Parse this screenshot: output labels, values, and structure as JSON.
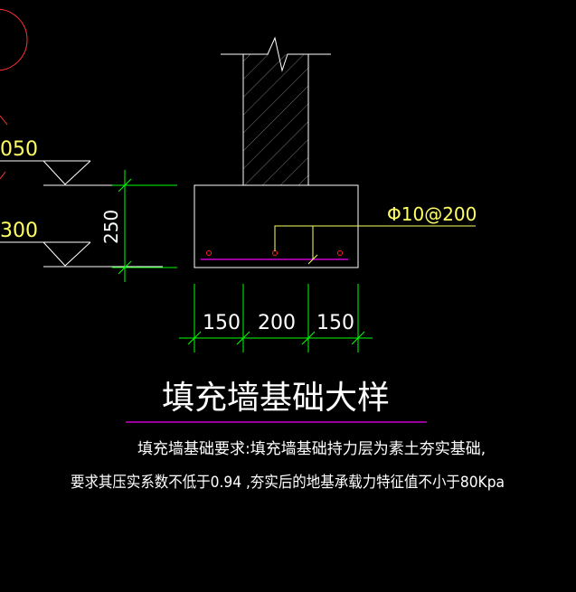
{
  "colors": {
    "background": "#000000",
    "outline": "#ffffff",
    "dimension": "#00ff00",
    "annotation": "#ffff66",
    "rebar": "#cc00cc",
    "rebar_dot": "#ff2222",
    "title_underline": "#cc00cc",
    "circle": "#ff3333"
  },
  "elevations": {
    "upper": "050",
    "lower": "300"
  },
  "dimensions": {
    "height": "250",
    "widths": [
      "150",
      "200",
      "150"
    ]
  },
  "rebar_label": "Φ10@200",
  "title": "填充墙基础大样",
  "notes": [
    "填充墙基础要求:填充墙基础持力层为素土夯实基础,",
    "要求其压实系数不低于0.94 ,夯实后的地基承载力特征值不小于80Kpa"
  ]
}
